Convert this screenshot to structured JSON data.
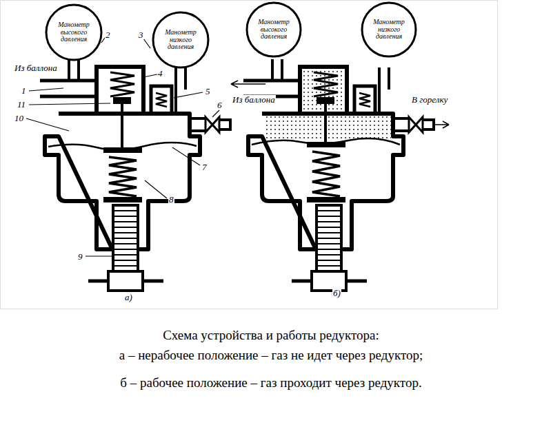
{
  "diagram": {
    "caption": "Схема устройства и работы редуктора:",
    "nodes": [
      {
        "text": [
          "Манометр высокого давления"
        ]
      },
      {
        "text": [
          "Манометр низкого давления"
        ]
      },
      {
        "text": [
          "Манометр высокого давления"
        ]
      },
      {
        "text": [
          "Манометр низкого давления"
        ]
      }
    ],
    "labels": [
      "Из баллона",
      "1",
      "2",
      "3",
      "4",
      "5",
      "6",
      "11",
      "10",
      "7",
      "8",
      "9",
      "а)",
      "Из баллона",
      "В горелку",
      "б)",
      "а – нерабочее положение – газ не идет через редуктор;",
      "б – рабочее положение – газ проходит через редуктор."
    ]
  }
}
